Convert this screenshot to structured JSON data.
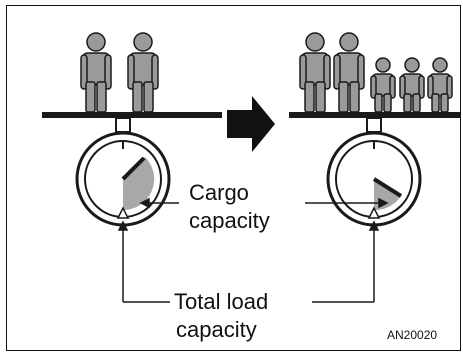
{
  "labels": {
    "cargo_line1": "Cargo",
    "cargo_line2": "capacity",
    "total_line1": "Total load",
    "total_line2": "capacity"
  },
  "figure_code": "AN20020",
  "colors": {
    "person": "#9a9a9a",
    "outline": "#1a1a1a",
    "cargo_fill": "#a8a8a8",
    "background": "#ffffff"
  },
  "scene": {
    "left": {
      "adults": 2,
      "children": 0
    },
    "right": {
      "adults": 2,
      "children": 3
    }
  }
}
